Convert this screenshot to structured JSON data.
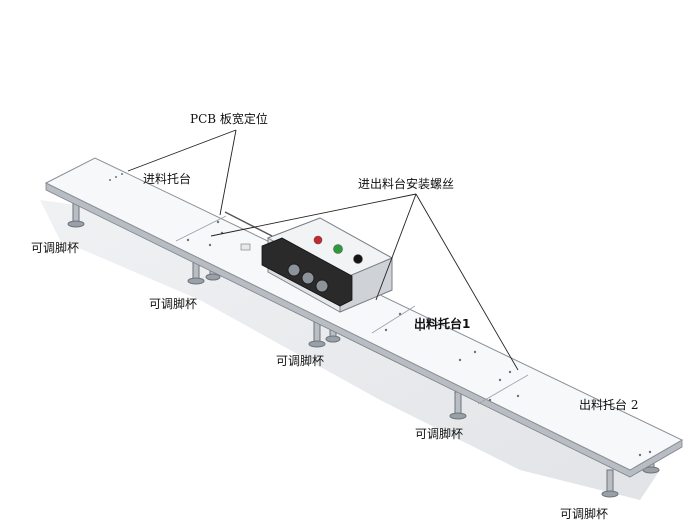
{
  "labels": {
    "pcb_width_positioning": "PCB 板宽定位",
    "infeed_tray": "进料托台",
    "tray_mounting_screws": "进出料台安装螺丝",
    "outfeed_tray_1": "出料托台1",
    "outfeed_tray_2": "出料托台 2",
    "adjustable_foot_1": "可调脚杯",
    "adjustable_foot_2": "可调脚杯",
    "adjustable_foot_3": "可调脚杯",
    "adjustable_foot_4": "可调脚杯",
    "adjustable_foot_5": "可调脚杯"
  },
  "colors": {
    "platform_top": "#f7f8fa",
    "platform_edge": "#8a8f96",
    "shadow": "#d8dbe0",
    "machine_body": "#e9ebee",
    "blade_housing": "#2a2a2a",
    "button_red": "#c8282a",
    "button_green": "#2a9a3a",
    "button_black": "#151515",
    "leader_line": "#222222"
  }
}
